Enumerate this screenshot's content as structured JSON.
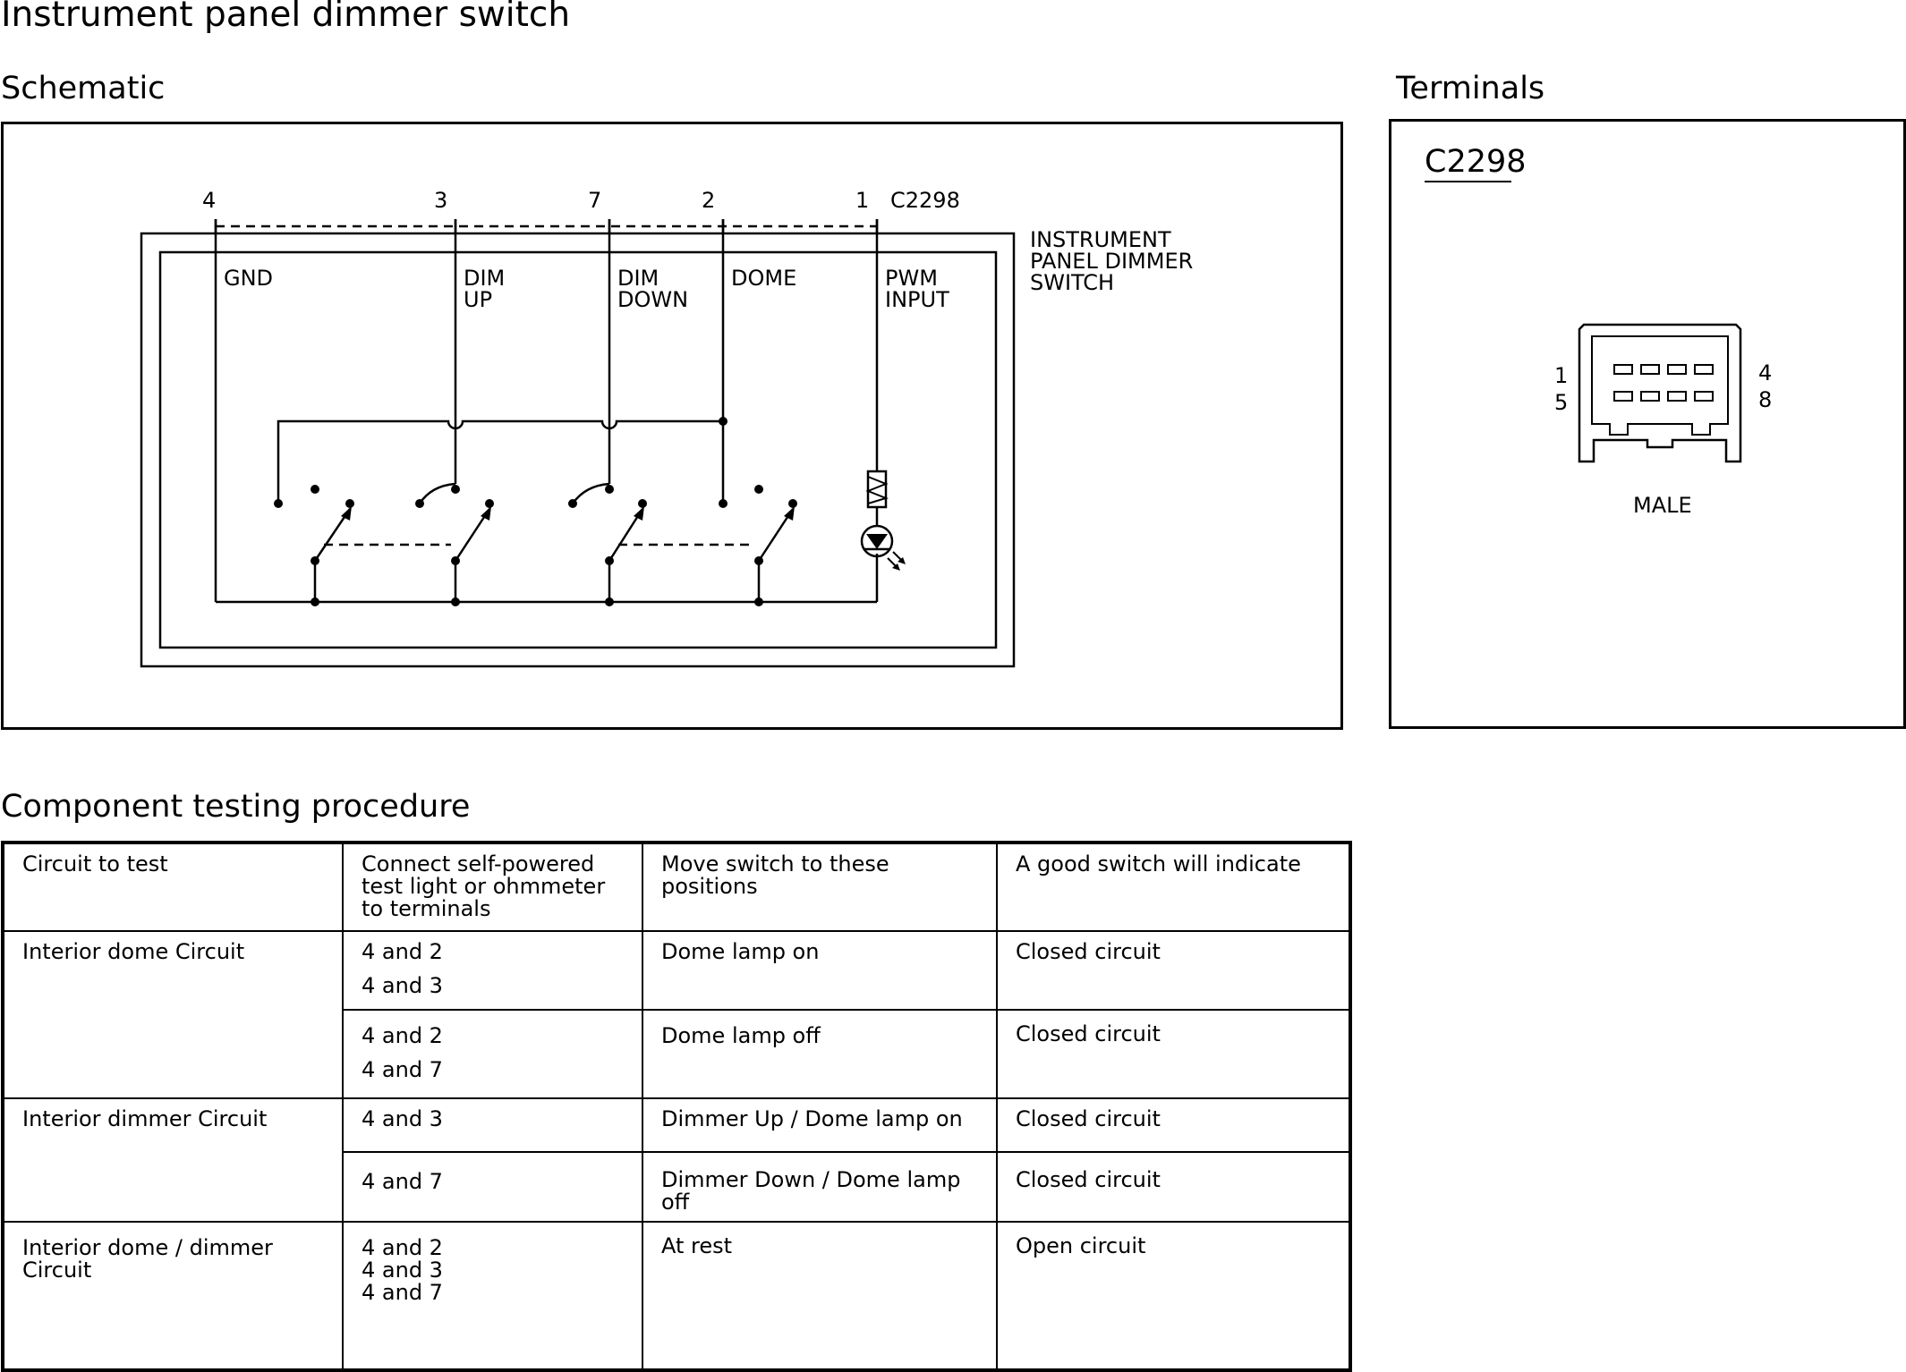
{
  "page": {
    "title": "Instrument panel dimmer switch",
    "schematic_heading": "Schematic",
    "terminals_heading": "Terminals",
    "testing_heading": "Component testing procedure"
  },
  "schematic": {
    "connector_id": "C2298",
    "pin_numbers": [
      "4",
      "3",
      "7",
      "2",
      "1"
    ],
    "component_name_lines": [
      "INSTRUMENT",
      "PANEL DIMMER",
      "SWITCH"
    ],
    "circuits": [
      {
        "lines": [
          "GND"
        ]
      },
      {
        "lines": [
          "DIM",
          "UP"
        ]
      },
      {
        "lines": [
          "DIM",
          "DOWN"
        ]
      },
      {
        "lines": [
          "DOME"
        ]
      },
      {
        "lines": [
          "PWM",
          "INPUT"
        ]
      }
    ]
  },
  "terminals": {
    "connector_id": "C2298",
    "pin_left_top": "1",
    "pin_left_bottom": "5",
    "pin_right_top": "4",
    "pin_right_bottom": "8",
    "gender": "MALE"
  },
  "procedure": {
    "headers": [
      [
        "Circuit to test"
      ],
      [
        "Connect self-powered",
        "test light or ohmmeter",
        "to terminals"
      ],
      [
        "Move switch to these",
        "positions"
      ],
      [
        "A good switch will indicate"
      ]
    ],
    "groups": [
      {
        "circuit": "Interior dome Circuit",
        "rows": [
          {
            "terminals": [
              "4 and 2",
              "4 and 3"
            ],
            "position": "Dome lamp on",
            "indication": "Closed circuit"
          },
          {
            "terminals": [
              "4 and 2",
              "4 and 7"
            ],
            "position": "Dome lamp off",
            "indication": "Closed circuit"
          }
        ]
      },
      {
        "circuit": "Interior dimmer Circuit",
        "rows": [
          {
            "terminals": [
              "4 and 3"
            ],
            "position": "Dimmer Up / Dome lamp on",
            "indication": "Closed circuit"
          },
          {
            "terminals": [
              "4 and 7"
            ],
            "position": "Dimmer Down / Dome lamp off",
            "indication": "Closed circuit"
          }
        ]
      },
      {
        "circuit": "Interior dome / dimmer Circuit",
        "rows": [
          {
            "terminals": [
              "4 and 2",
              "4 and 3",
              "4 and 7"
            ],
            "position": "At rest",
            "indication": "Open circuit"
          }
        ]
      }
    ]
  }
}
